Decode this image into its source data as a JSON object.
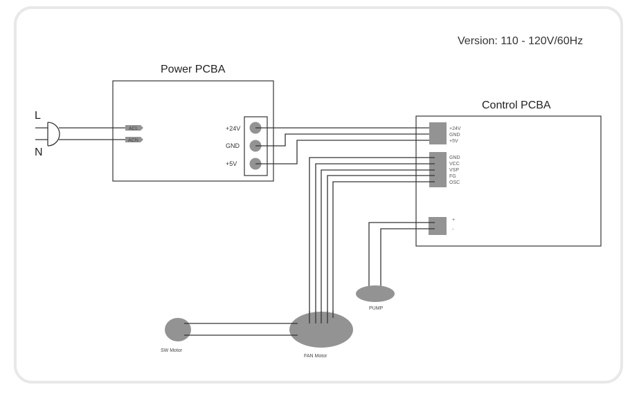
{
  "version_label": "Version: 110 - 120V/60Hz",
  "power_pcba": {
    "title": "Power PCBA",
    "inputs": [
      "ACL",
      "ACN"
    ],
    "outputs": [
      "+24V",
      "GND",
      "+5V"
    ]
  },
  "mains": {
    "line": "L",
    "neutral": "N"
  },
  "control_pcba": {
    "title": "Control PCBA",
    "power_connector": [
      "+24V",
      "GND",
      "+5V"
    ],
    "fan_connector": [
      "GND",
      "VCC",
      "VSP",
      "FG",
      "OSC"
    ],
    "pump_connector": [
      "+",
      "-"
    ]
  },
  "components": {
    "pump": "PUMP",
    "sw_motor": "SW Motor",
    "fan_motor": "FAN Motor"
  },
  "colors": {
    "component_fill": "#939393",
    "wire": "#333333",
    "frame": "#e8e8e8"
  }
}
